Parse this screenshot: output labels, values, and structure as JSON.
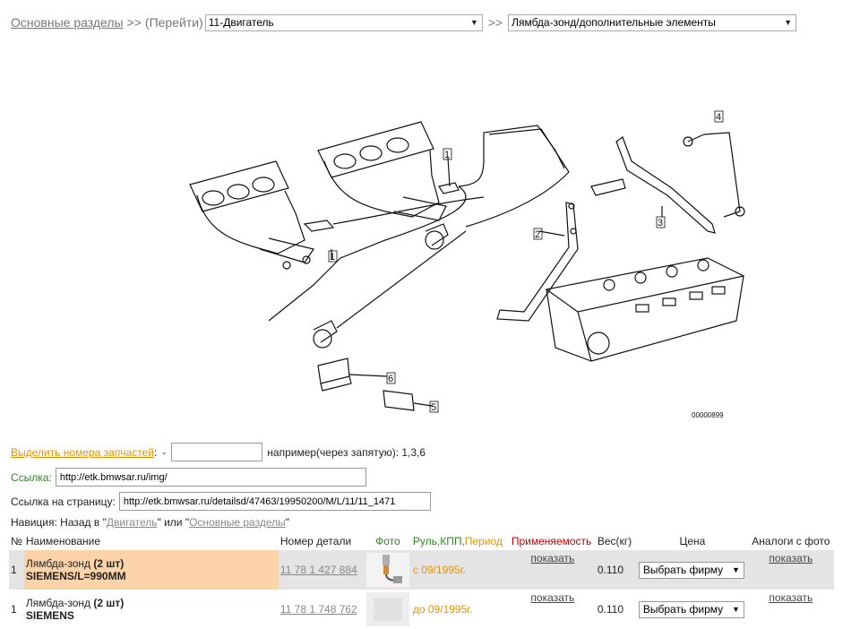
{
  "nav": {
    "main_sections": "Основные разделы",
    "sep1": ">>",
    "goto": "(Перейти)",
    "section_select": "11-Двигатель",
    "sep2": ">>",
    "subsection_select": "Лямбда-зонд/дополнительные элементы"
  },
  "diagram": {
    "callouts": [
      "1",
      "1",
      "2",
      "3",
      "4",
      "5",
      "6"
    ],
    "image_code": "00000899"
  },
  "form": {
    "highlight_link": "Выделить номера запчастей",
    "highlight_colon": ":",
    "highlight_dash": "-",
    "highlight_value": "",
    "highlight_example": "например(через запятую): 1,3,6",
    "link_label": "Ссылка:",
    "link_value": "http://etk.bmwsar.ru/img/",
    "page_link_label": "Ссылка на страницу:",
    "page_link_value": "http://etk.bmwsar.ru/detailsd/47463/19950200/M/L/11/11_1471"
  },
  "navigation": {
    "prefix": "Навиция: Назад в \"",
    "engine_link": "Двигатель",
    "middle": "\" или \"",
    "main_link": "Основные разделы",
    "suffix": "\""
  },
  "table": {
    "headers": {
      "num": "№",
      "name": "Наименование",
      "part_number": "Номер детали",
      "photo": "Фото",
      "steering": "Руль,КПП,",
      "period": "Период",
      "applicability": "Применяемость",
      "weight": "Вес(кг)",
      "price": "Цена",
      "analogs": "Аналоги с фото"
    },
    "rows": [
      {
        "num": "1",
        "name": "Лямбда-зонд",
        "qty": "(2 шт)",
        "spec": "SIEMENS/L=990MM",
        "part_number": "11 78 1 427 884",
        "period": "с 09/1995г.",
        "applicability": "показать",
        "weight": "0.110",
        "price_select": "Выбрать фирму",
        "analogs": "показать"
      },
      {
        "num": "1",
        "name": "Лямбда-зонд",
        "qty": "(2 шт)",
        "spec": "SIEMENS",
        "part_number": "11 78 1 748 762",
        "period": "до 09/1995г.",
        "applicability": "показать",
        "weight": "0.110",
        "price_select": "Выбрать фирму",
        "analogs": "показать"
      }
    ]
  }
}
